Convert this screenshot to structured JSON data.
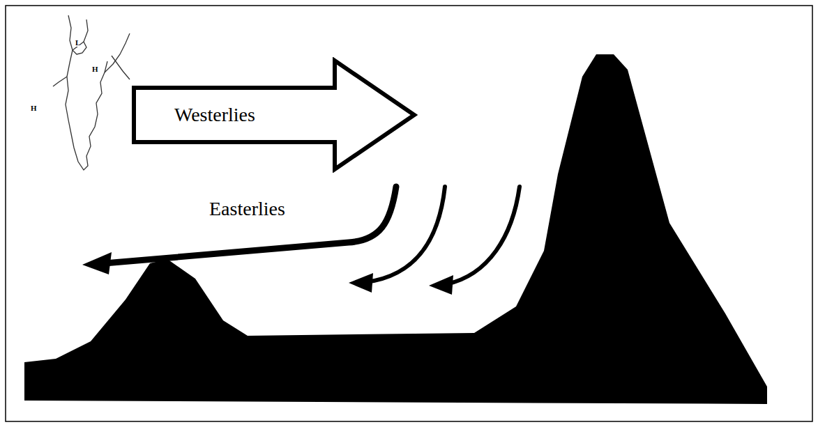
{
  "diagram": {
    "nodes": [
      {
        "text": [
          "Westerlies"
        ]
      }
    ],
    "labels": [
      "Easterlies",
      "L",
      "H",
      "H"
    ]
  }
}
